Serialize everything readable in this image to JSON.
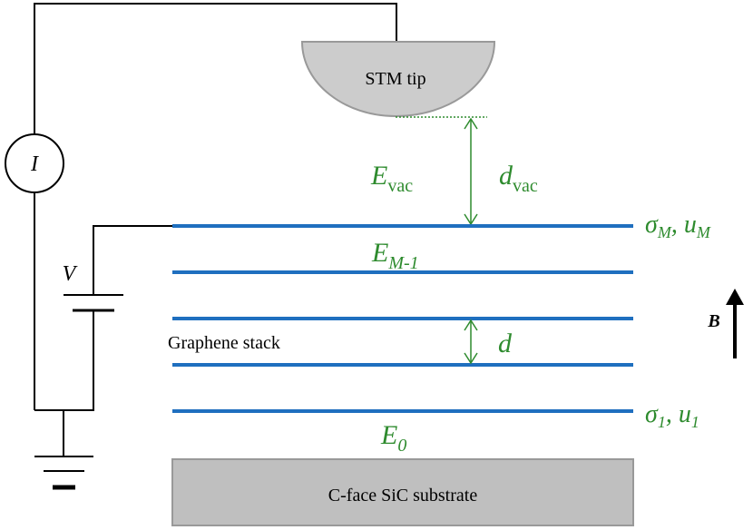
{
  "tip": {
    "label": "STM tip"
  },
  "ammeter": {
    "symbol": "I"
  },
  "battery": {
    "symbol": "V"
  },
  "field": {
    "symbol": "B"
  },
  "vacuum": {
    "energy_base": "E",
    "energy_sub": "vac",
    "distance_base": "d",
    "distance_sub": "vac"
  },
  "layers": {
    "top_energy_base": "E",
    "top_energy_sub": "M-1",
    "spacing": "d",
    "stack_label": "Graphene stack",
    "bottom_energy_base": "E",
    "bottom_energy_sub": "0",
    "top_right_label": {
      "sigma": "σ",
      "sigma_sub": "M",
      "sep": ", ",
      "u": "u",
      "u_sub": "M"
    },
    "bottom_right_label": {
      "sigma": "σ",
      "sigma_sub": "1",
      "sep": ", ",
      "u": "u",
      "u_sub": "1"
    }
  },
  "substrate": {
    "label": "C-face SiC substrate"
  },
  "colors": {
    "layer": "#1f6fbf",
    "annotation": "#2e8b2e",
    "wire": "#000000",
    "tip_fill": "#cccccc",
    "substrate_fill": "#bfbfbf"
  }
}
